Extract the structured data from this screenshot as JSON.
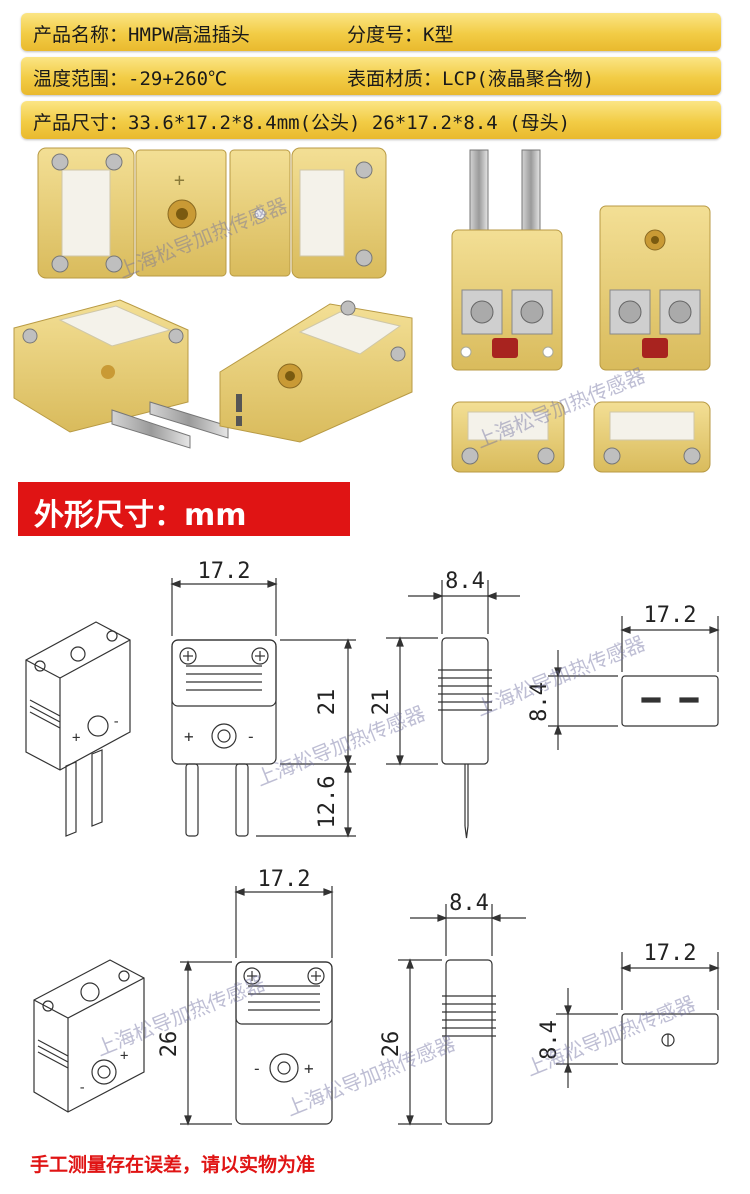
{
  "specs": {
    "row1_left": "产品名称：HMPW高温插头",
    "row1_right": "分度号：K型",
    "row2_left": "温度范围：-29+260℃",
    "row2_right": "表面材质：LCP(液晶聚合物)",
    "row3": "产品尺寸：33.6*17.2*8.4mm(公头)  26*17.2*8.4 (母头)"
  },
  "banner": {
    "title": "外形尺寸：mm"
  },
  "dimensions": {
    "male_front_width": "17.2",
    "male_front_height": "21",
    "male_pin_length": "12.6",
    "male_side_thickness": "8.4",
    "male_side_height": "21",
    "male_end_width": "17.2",
    "male_end_height": "8.4",
    "female_front_width": "17.2",
    "female_front_height": "26",
    "female_side_thickness": "8.4",
    "female_side_height": "26",
    "female_end_width": "17.2",
    "female_end_height": "8.4"
  },
  "watermark": "上海松导加热传感器",
  "footer_note": "手工测量存在误差，请以实物为准",
  "colors": {
    "connector": "#e8cf7a",
    "banner": "#e01414",
    "spec_bar": "#f2cc45"
  }
}
